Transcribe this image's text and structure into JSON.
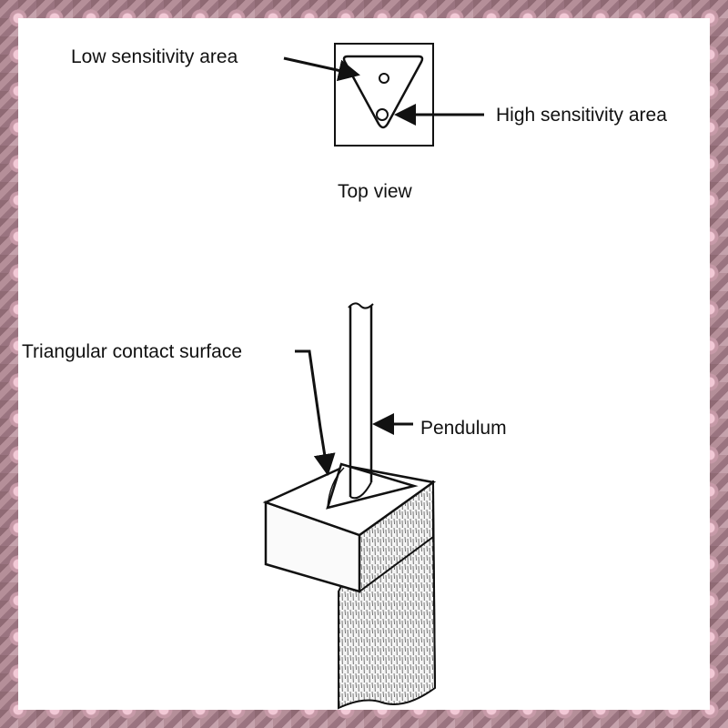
{
  "top_view": {
    "caption": "Top view",
    "label_low": "Low sensitivity area",
    "label_high": "High sensitivity area"
  },
  "pendulum_view": {
    "label_contact": "Triangular contact surface",
    "label_pendulum": "Pendulum"
  },
  "colors": {
    "ink": "#111111",
    "paper": "#ffffff",
    "frame": "#a8808c"
  }
}
